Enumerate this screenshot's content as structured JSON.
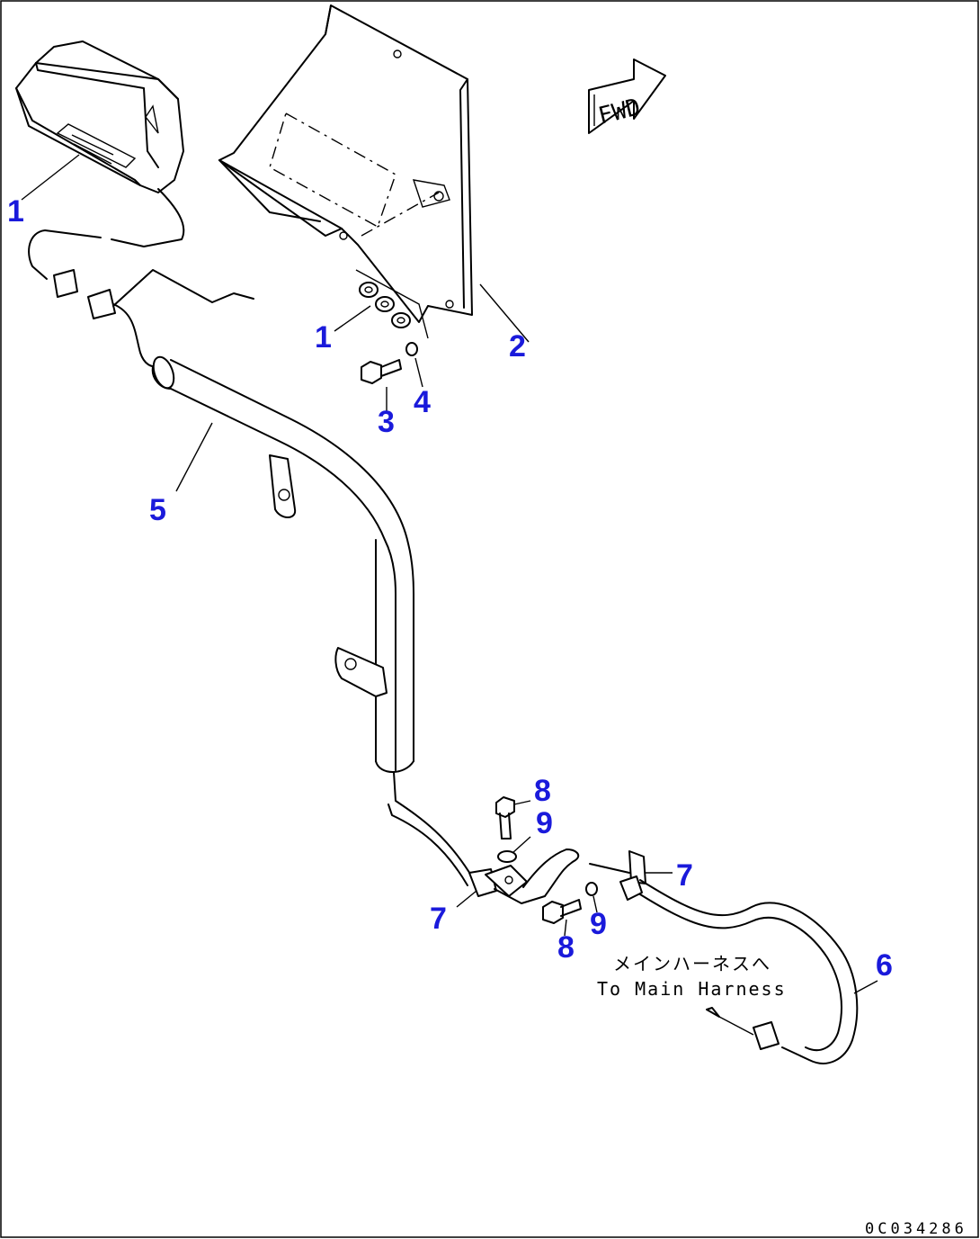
{
  "diagram": {
    "callouts": {
      "lamp": "1",
      "washers": "1",
      "bracket": "2",
      "bolt_top": "3",
      "washer_top": "4",
      "pipe": "5",
      "harness": "6",
      "clamp_left": "7",
      "clamp_right": "7",
      "bolt_upper": "8",
      "bolt_lower": "8",
      "washer_upper": "9",
      "washer_lower": "9"
    },
    "fwd_label": "FWD",
    "note_jp": "メインハーネスへ",
    "note_en": "To Main Harness",
    "drawing_code": "0C034286"
  },
  "colors": {
    "callout": "#1a1adb",
    "line": "#000000",
    "background": "#ffffff"
  }
}
